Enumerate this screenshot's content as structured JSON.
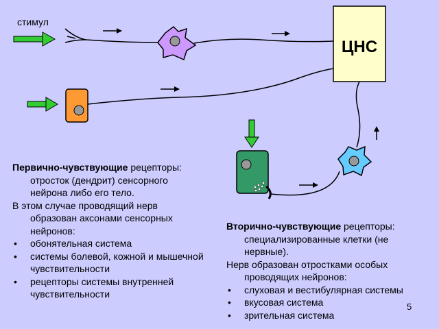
{
  "diagram": {
    "stimulus_label": "стимул",
    "cns_label": "ЦНС"
  },
  "left_text": {
    "heading": "Первично-чувствующие",
    "heading_rest": " рецепторы: отросток (дендрит) сенсорного нейрона либо его тело.",
    "nerve_text": "В этом случае проводящий нерв образован аксонами сенсорных нейронов:",
    "items": [
      "обонятельная система",
      "системы болевой, кожной и мышечной чувствительности",
      "рецепторы системы внутренней чувствительности"
    ]
  },
  "right_text": {
    "heading": "Вторично-чувствующие",
    "heading_rest": " рецепторы: специализированные клетки (не нервные).",
    "nerve_text": "Нерв образован отростками особых проводящих нейронов:",
    "items": [
      "слуховая и вестибулярная системы",
      "вкусовая система",
      "зрительная система"
    ]
  },
  "colors": {
    "background": "#ccccff",
    "cns_box": "#ffffcc",
    "stimulus_arrow": "#33cc33",
    "neuron_purple": "#cc99ff",
    "receptor_orange": "#ff9933",
    "neuron_blue": "#66ccff",
    "receptor_green": "#339966",
    "nucleus": "#999999"
  },
  "page_number": "5"
}
